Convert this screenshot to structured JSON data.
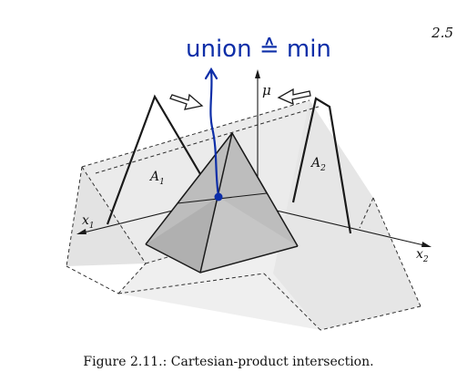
{
  "page_number": "2.5",
  "annotation": {
    "text": "union ≙ min",
    "color": "#0d2ea8"
  },
  "labels": {
    "mu": "μ",
    "a1": "A",
    "a1_sub": "1",
    "a2": "A",
    "a2_sub": "2",
    "x1": "x",
    "x1_sub": "1",
    "x2": "x",
    "x2_sub": "2"
  },
  "caption": "Figure 2.11.: Cartesian-product intersection.",
  "colors": {
    "prism_fill": "#ebebeb",
    "pyramid_fill": "#bdbdbd",
    "lines": "#1a1a1a",
    "marker": "#0d2ea8"
  },
  "icons": [
    "arrow-outline-icon-left",
    "arrow-outline-icon-right"
  ]
}
